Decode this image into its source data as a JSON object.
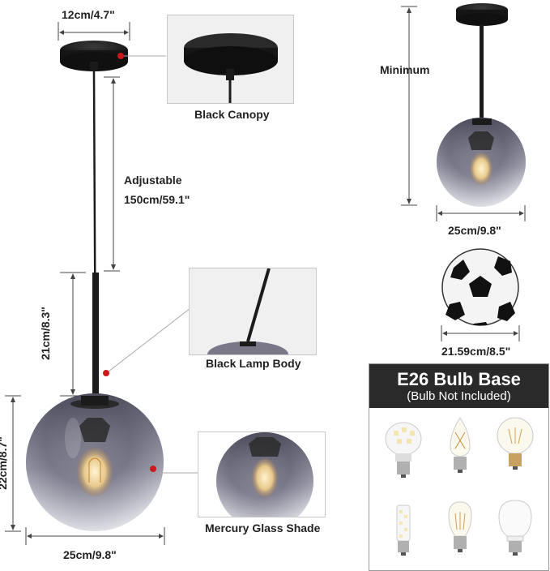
{
  "labels": {
    "canopy_width": "12cm/4.7\"",
    "black_canopy": "Black Canopy",
    "adjustable": "Adjustable",
    "adjustable_length": "150cm/59.1\"",
    "body_height": "21cm/8.3\"",
    "black_lamp_body": "Black Lamp Body",
    "shade_height": "22cm/8.7\"",
    "shade_width": "25cm/9.8\"",
    "mercury_glass_shade": "Mercury Glass Shade",
    "minimum": "Minimum",
    "min_width": "25cm/9.8\"",
    "ball_size": "21.59cm/8.5\""
  },
  "bulb_panel": {
    "title": "E26 Bulb Base",
    "subtitle": "(Bulb Not Included)",
    "bulbs": [
      "corn-led-bulb",
      "candle-filament-bulb",
      "globe-filament-bulb",
      "tube-corn-bulb",
      "edison-filament-bulb",
      "standard-led-bulb"
    ]
  },
  "colors": {
    "marker_red": "#cc1a1a",
    "fixture_black": "#1b1b1b",
    "panel_dark": "#2a2a2a"
  }
}
